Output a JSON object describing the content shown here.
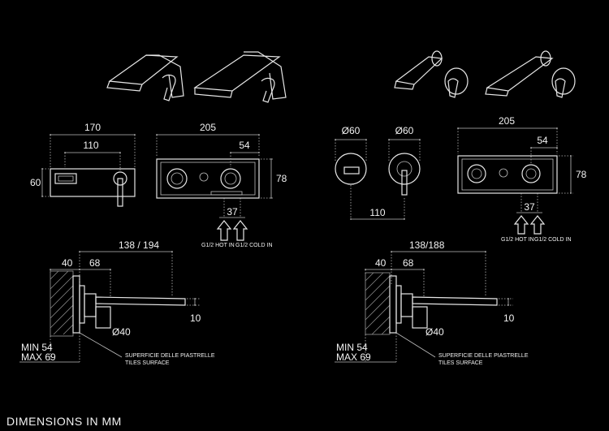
{
  "diagram": {
    "footer_text": "DIMENSIONS IN MM",
    "left": {
      "front_width_total": "170",
      "front_width_inner": "110",
      "front_height": "60",
      "box_width": "205",
      "box_offset": "54",
      "box_height": "78",
      "inlet_spacing": "37",
      "hot_label": "G1/2 HOT IN",
      "cold_label": "G1/2 COLD IN",
      "projection": "138 / 194",
      "depth_a": "40",
      "depth_b": "68",
      "spout_gap": "10",
      "handle_diameter": "Ø40",
      "min_depth": "MIN 54",
      "max_depth": "MAX 69",
      "tiles_it": "SUPERFICIE DELLE PIASTRELLE",
      "tiles_en": "TILES SURFACE"
    },
    "right": {
      "spout_diameter": "Ø60",
      "handle_plate_diameter": "Ø60",
      "centers": "110",
      "box_width": "205",
      "box_offset": "54",
      "box_height": "78",
      "inlet_spacing": "37",
      "hot_label": "G1/2 HOT IN",
      "cold_label": "G1/2 COLD IN",
      "projection": "138/188",
      "depth_a": "40",
      "depth_b": "68",
      "spout_gap": "10",
      "handle_diameter": "Ø40",
      "min_depth": "MIN 54",
      "max_depth": "MAX 69",
      "tiles_it": "SUPERFICIE DELLE PIASTRELLE",
      "tiles_en": "TILES SURFACE"
    }
  }
}
